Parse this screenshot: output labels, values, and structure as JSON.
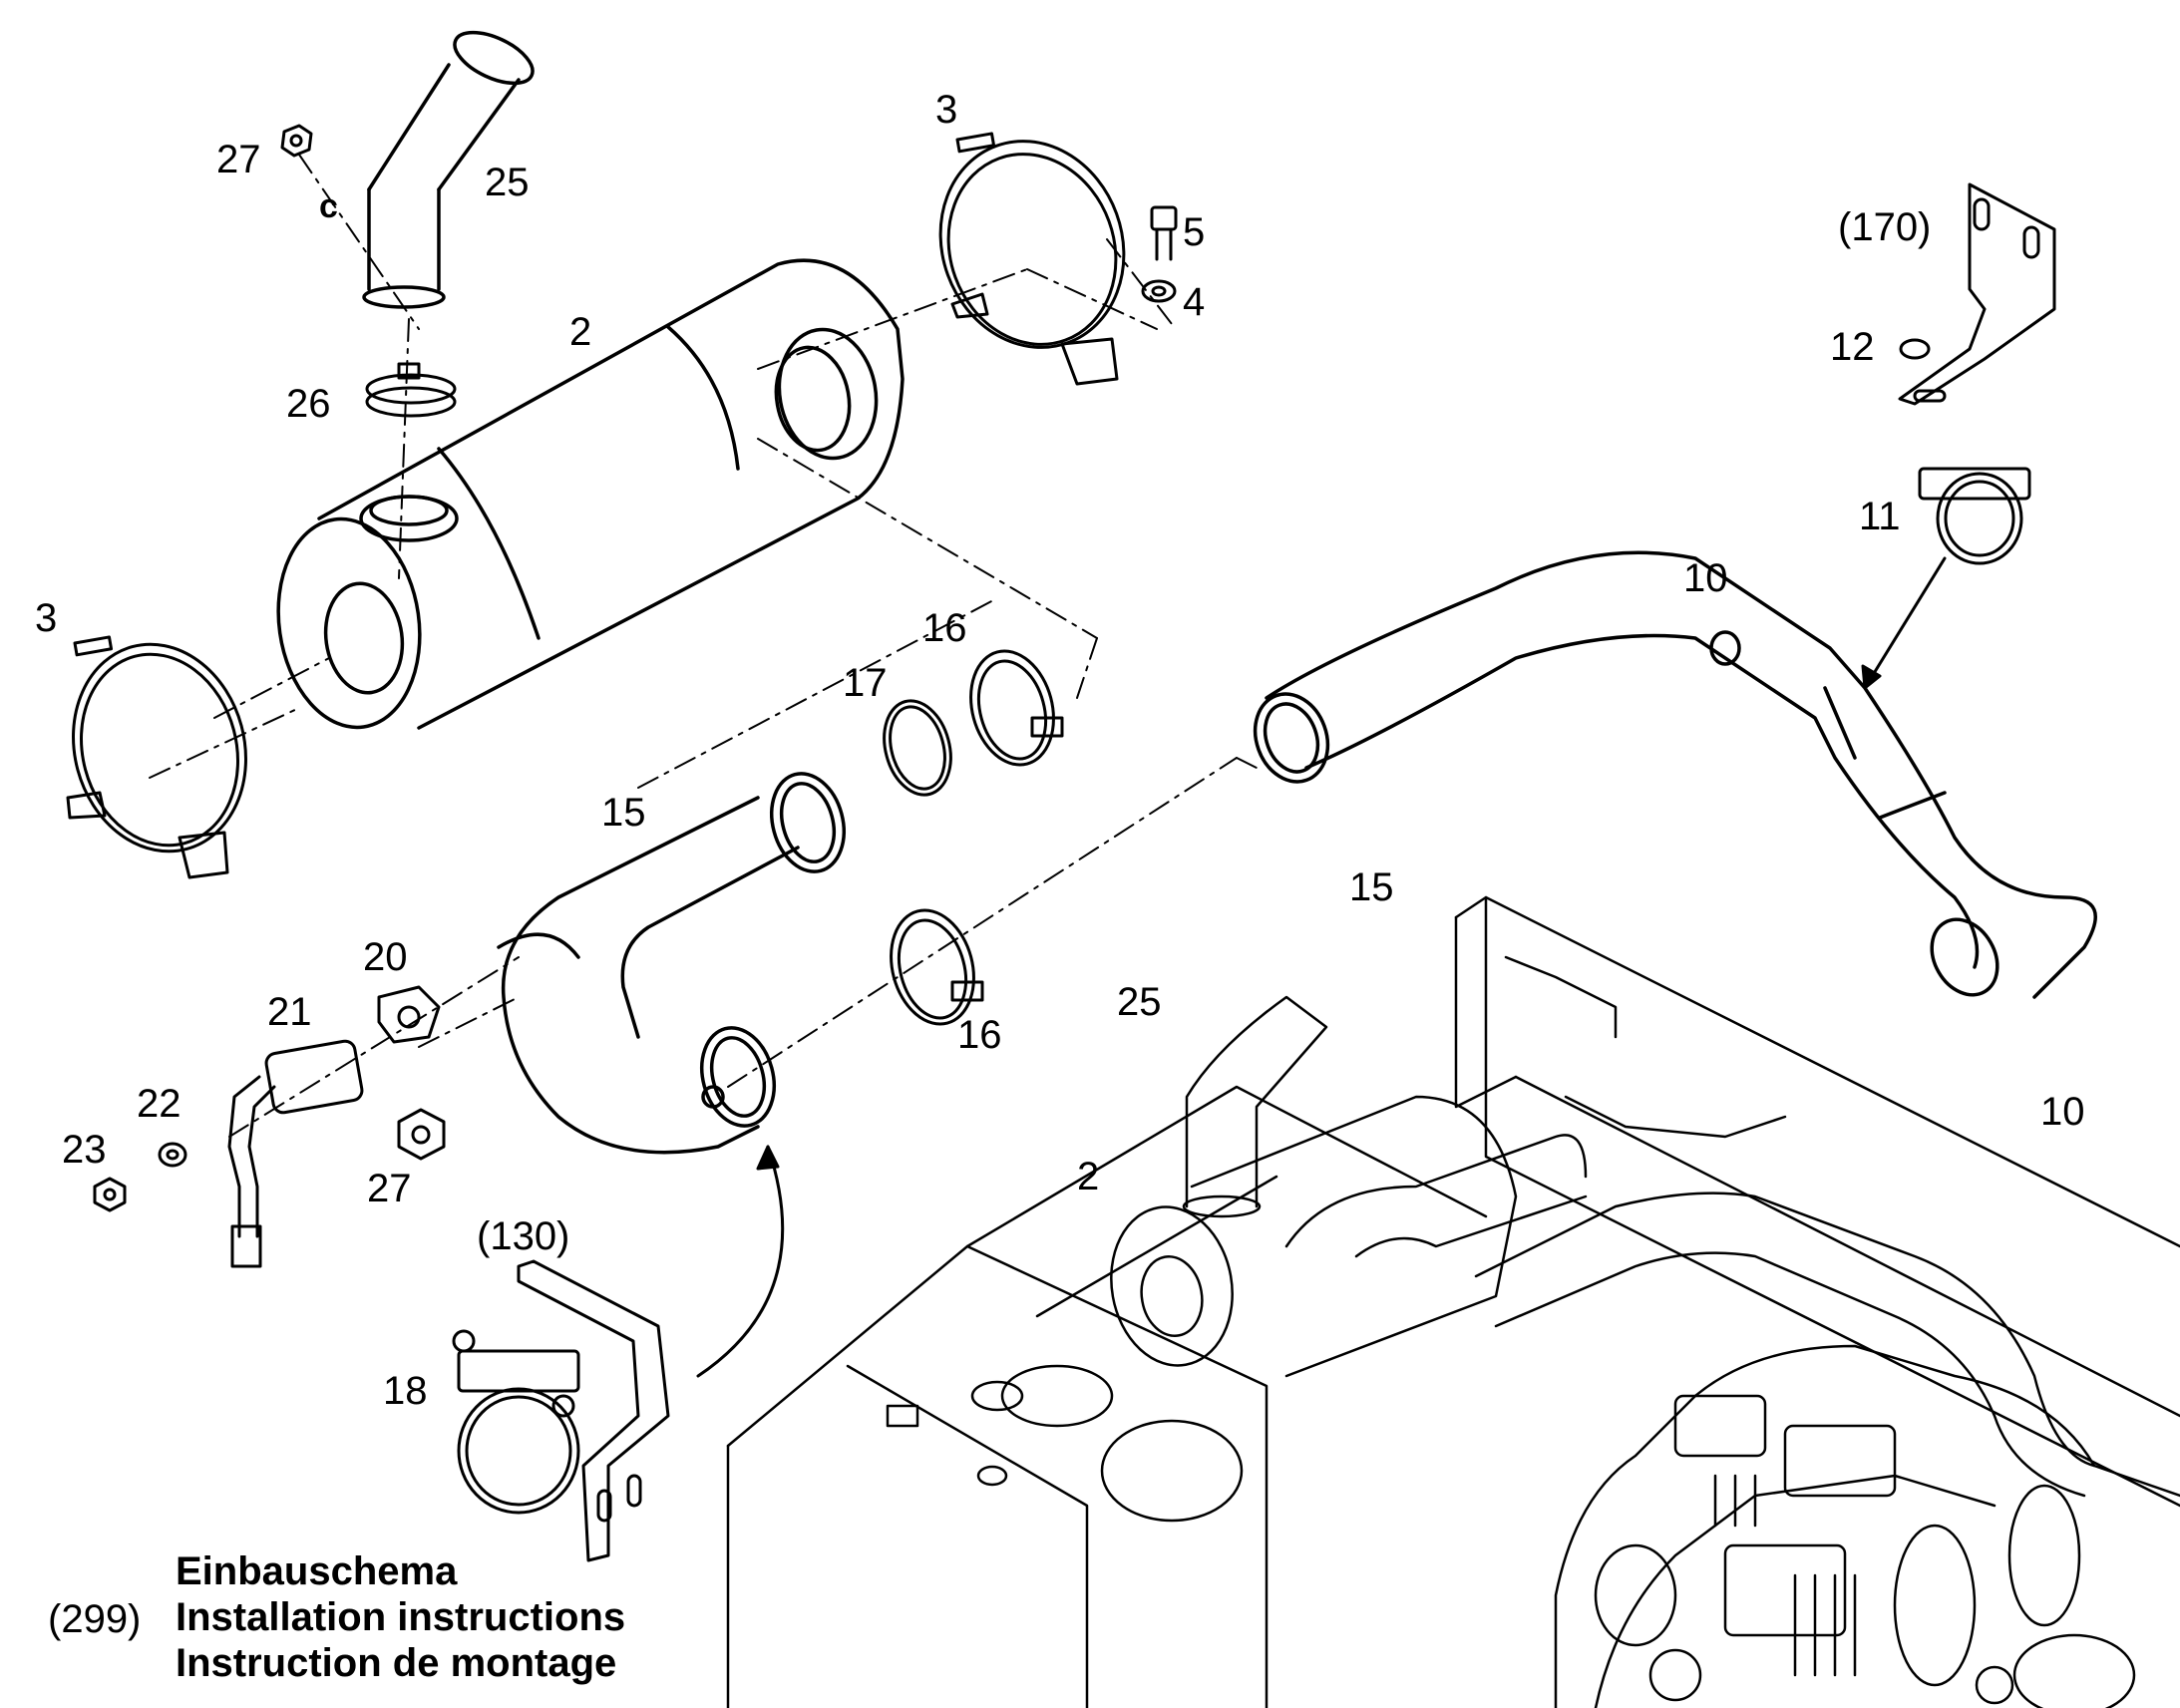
{
  "diagram": {
    "callouts": {
      "c27_top": "27",
      "c_letter": "c",
      "c25_top": "25",
      "c3_top": "3",
      "c5": "5",
      "c4": "4",
      "c2_top": "2",
      "c26": "26",
      "c170": "(170)",
      "c12": "12",
      "c11": "11",
      "c3_left": "3",
      "c10_top": "10",
      "c16_top": "16",
      "c17": "17",
      "c15_top": "15",
      "c20": "20",
      "c21": "21",
      "c22": "22",
      "c23": "23",
      "c27_bottom": "27",
      "c16_bottom": "16",
      "c25_bottom": "25",
      "c15_bottom": "15",
      "c2_bottom": "2",
      "c10_bottom": "10",
      "c130": "(130)",
      "c18": "18"
    },
    "legend": {
      "reference": "(299)",
      "line_de": "Einbauschema",
      "line_en": "Installation instructions",
      "line_fr": "Instruction de montage"
    }
  }
}
